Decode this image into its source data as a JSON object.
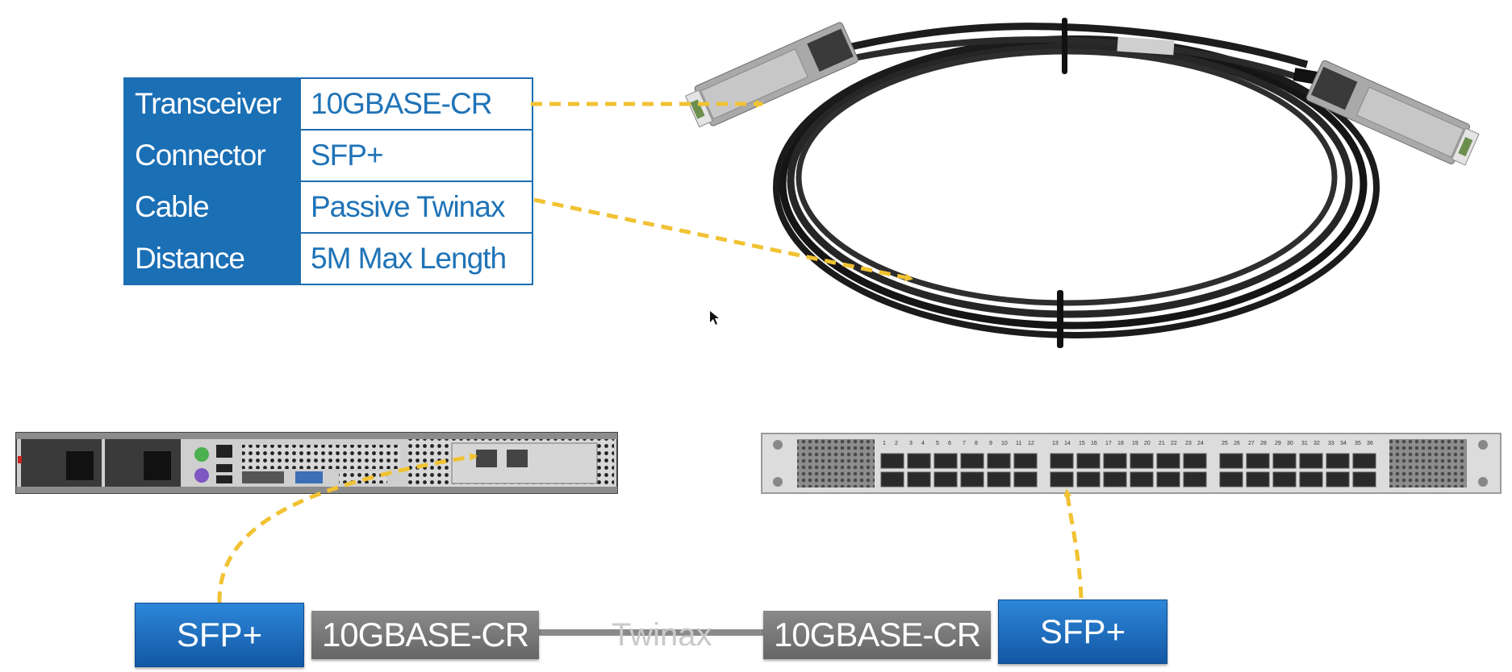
{
  "spec_table": [
    {
      "key": "Transceiver",
      "value": "10GBASE-CR"
    },
    {
      "key": "Connector",
      "value": "SFP+"
    },
    {
      "key": "Cable",
      "value": "Passive Twinax"
    },
    {
      "key": "Distance",
      "value": "5M Max Length"
    }
  ],
  "bottom": {
    "left_sfp": "SFP+",
    "left_cr": "10GBASE-CR",
    "link": "Twinax",
    "right_cr": "10GBASE-CR",
    "right_sfp": "SFP+"
  },
  "switch_port_labels": {
    "group1": [
      "1",
      "2",
      "3",
      "4",
      "5",
      "6",
      "7",
      "8",
      "9",
      "10",
      "11",
      "12"
    ],
    "group2": [
      "13",
      "14",
      "15",
      "16",
      "17",
      "18",
      "19",
      "20",
      "21",
      "22",
      "23",
      "24"
    ],
    "group3": [
      "25",
      "26",
      "27",
      "28",
      "29",
      "30",
      "31",
      "32",
      "33",
      "34",
      "35",
      "36"
    ]
  },
  "colors": {
    "table_blue": "#1a6fb5",
    "arrow_yellow": "#f1c232",
    "connector_gray": "#777777"
  },
  "icons": [
    "dac-cable-image",
    "server-rear-panel-image",
    "switch-front-panel-image",
    "mouse-cursor-icon"
  ]
}
